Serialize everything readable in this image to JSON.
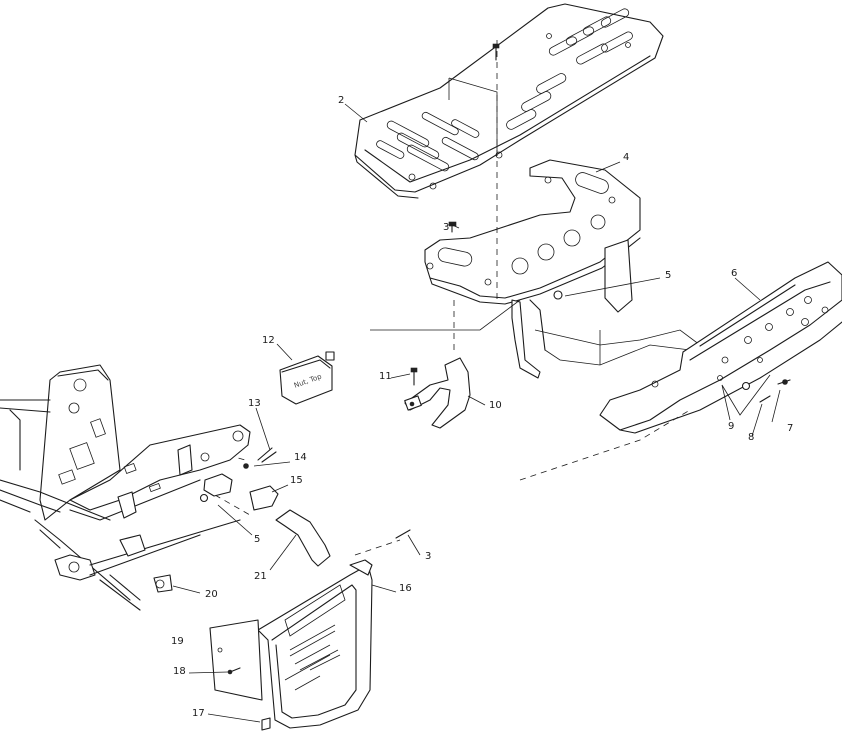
{
  "callouts": {
    "c2": "2",
    "c3a": "3",
    "c3b": "3",
    "c4": "4",
    "c5a": "5",
    "c5b": "5",
    "c6": "6",
    "c7": "7",
    "c8": "8",
    "c9": "9",
    "c10": "10",
    "c11": "11",
    "c12": "12",
    "c13": "13",
    "c14": "14",
    "c15": "15",
    "c16": "16",
    "c17": "17",
    "c18": "18",
    "c19": "19",
    "c20": "20",
    "c21": "21"
  },
  "stamp_text": "Nut, Top",
  "colors": {
    "line": "#1c1c1c",
    "background": "#ffffff"
  }
}
